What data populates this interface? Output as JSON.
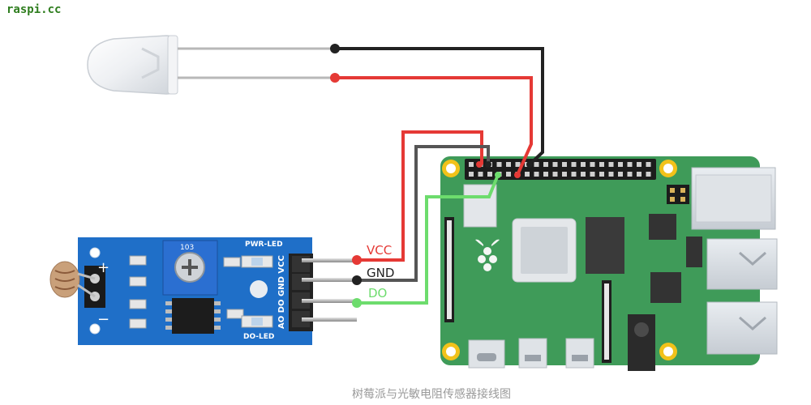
{
  "watermark": "raspi.cc",
  "caption": "树莓派与光敏电阻传感器接线图",
  "module": {
    "pwr_led_label": "PWR-LED",
    "do_led_label": "DO-LED",
    "pin_labels": "AO DO GND VCC",
    "plus_sign": "+",
    "minus_sign": "−",
    "trimmer_label": "103"
  },
  "wires": {
    "vcc_label": "VCC",
    "gnd_label": "GND",
    "do_label": "DO"
  },
  "colors": {
    "vcc": "#e53935",
    "gnd": "#222222",
    "do": "#6ddc6d",
    "board": "#3f9b59",
    "module_pcb": "#1f6fc8"
  }
}
